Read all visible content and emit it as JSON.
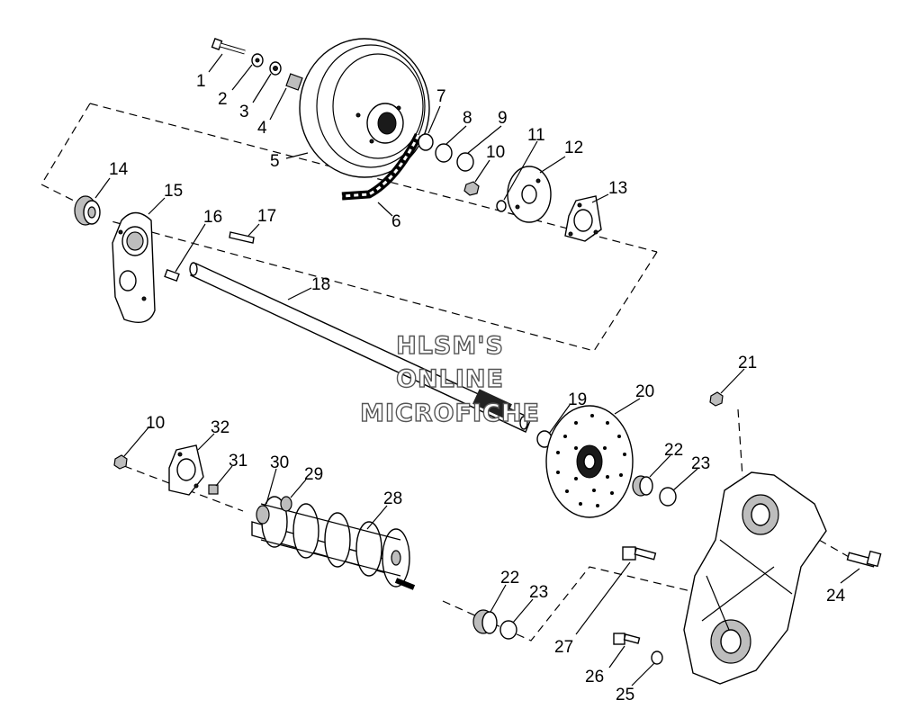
{
  "watermark": [
    "HLSM'S",
    "ONLINE",
    "MICROFICHE"
  ],
  "callouts": [
    "1",
    "2",
    "3",
    "4",
    "5",
    "6",
    "7",
    "8",
    "9",
    "10",
    "11",
    "12",
    "13",
    "14",
    "15",
    "16",
    "17",
    "18",
    "19",
    "20",
    "21",
    "22",
    "23",
    "24",
    "25",
    "26",
    "27",
    "28",
    "29",
    "30",
    "31",
    "32"
  ],
  "callout_10_repeat": "10",
  "callout_22_repeat": "22",
  "callout_23_repeat": "23"
}
